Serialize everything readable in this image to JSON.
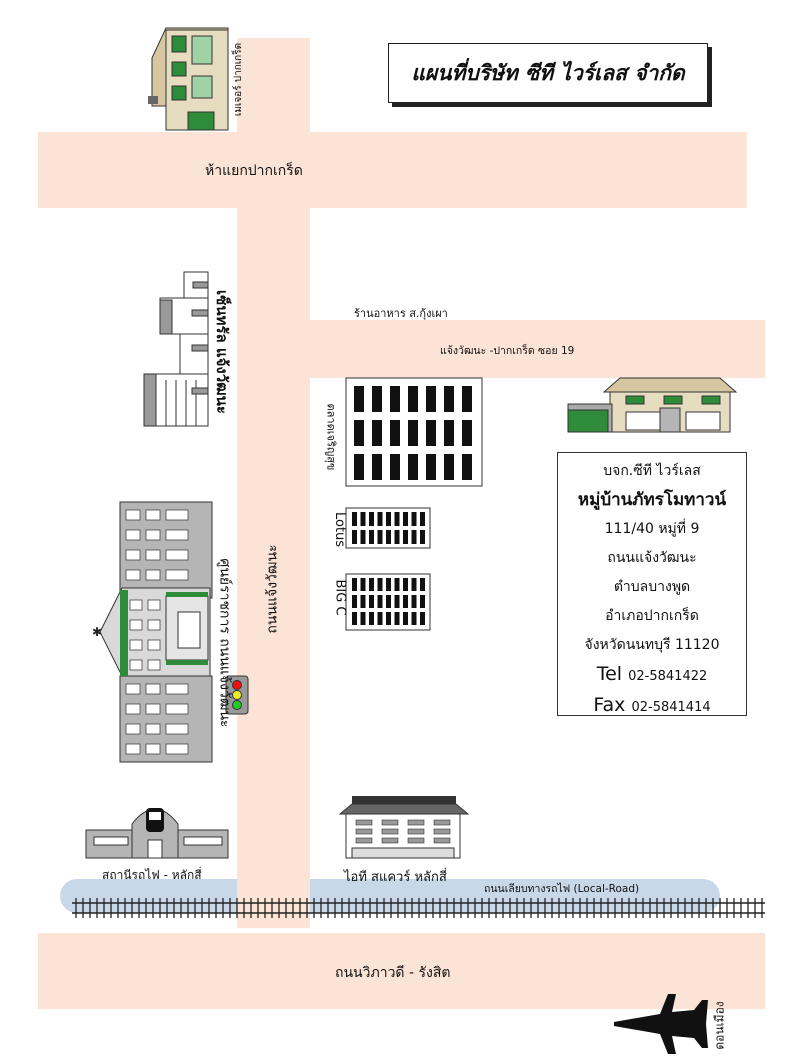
{
  "title": "แผนที่บริษัท ซีที ไวร์เลส จำกัด",
  "roads": {
    "top_junction": "ห้าแยกปากเกร็ด",
    "main_vertical": "ถนนแจ้งวัฒนะ",
    "soi19": "แจ้งวัฒนะ -ปากเกร็ด ซอย 19",
    "local_road": "ถนนเลียบทางรถไฟ (Local-Road)",
    "vibhavadi": "ถนนวิภาวดี - รังสิต"
  },
  "places": {
    "major_pakkret": "เมเจอร์ ปากเกร็ด",
    "central": "เซ็นทรัล แจ้งวัฒนะ",
    "restaurant": "ร้านอาหาร ส.กุ้งเผา",
    "market": "ตลาดเจริญสุข",
    "lotus": "Lotus",
    "bigc": "BIG C",
    "gov_center": "ศูนย์ราชการ ถนนแจ้งวัฒนะ",
    "train_station": "สถานีรถไฟ - หลักสี่",
    "it_square": "ไอที สแควร์ หลักสี่",
    "don_mueang": "ดอนเมือง"
  },
  "company": {
    "name": "บจก.ซีที ไวร์เลส",
    "village": "หมู่บ้านภัทรโมทาวน์",
    "address": "111/40  หมู่ที่ 9",
    "street": "ถนนแจ้งวัฒนะ",
    "subdistrict": "ตำบลบางพูด",
    "district": "อำเภอปากเกร็ด",
    "province": "จังหวัดนนทบุรี 11120",
    "tel_label": "Tel",
    "tel": "02-5841422",
    "fax_label": "Fax",
    "fax": "02-5841414"
  },
  "colors": {
    "road": "#fbe3d6",
    "local_road": "#c9d8e8",
    "building_gray": "#b5b5b5",
    "building_green": "#2e8b3a",
    "roof_tan": "#d7c7a0"
  }
}
